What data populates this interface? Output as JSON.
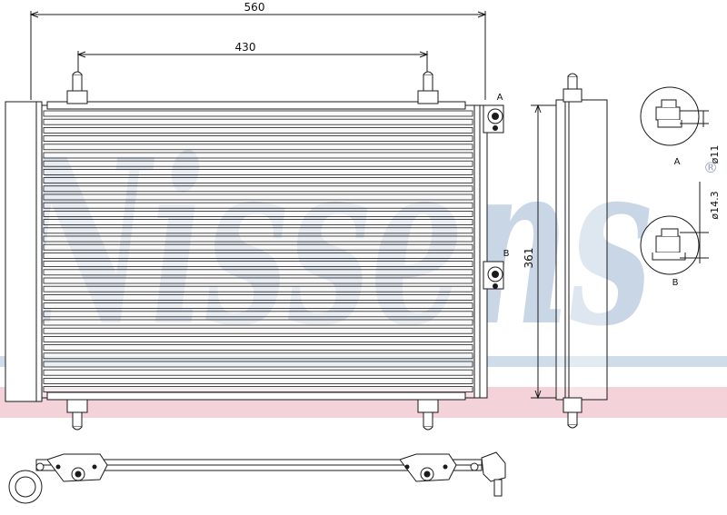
{
  "colors": {
    "watermark": "#c9d6e6",
    "watermark_stripe_blue": "#cfdcea",
    "watermark_stripe_pink": "#f3d2d9",
    "line": "#1a1a1a",
    "fin": "#f4f4f4"
  },
  "watermark": {
    "brand": "Nissens",
    "registered_mark": "®"
  },
  "dimensions": {
    "overall_width": "560",
    "port_spacing": "430",
    "core_height": "361",
    "diameter_a": "ø11",
    "diameter_b": "ø14.3"
  },
  "labels": {
    "port_a": "A",
    "port_b": "B",
    "detail_a": "A",
    "detail_b": "B"
  },
  "icons": [
    "fitting-a-icon",
    "fitting-b-icon",
    "mount-pin-icon",
    "bracket-icon"
  ]
}
